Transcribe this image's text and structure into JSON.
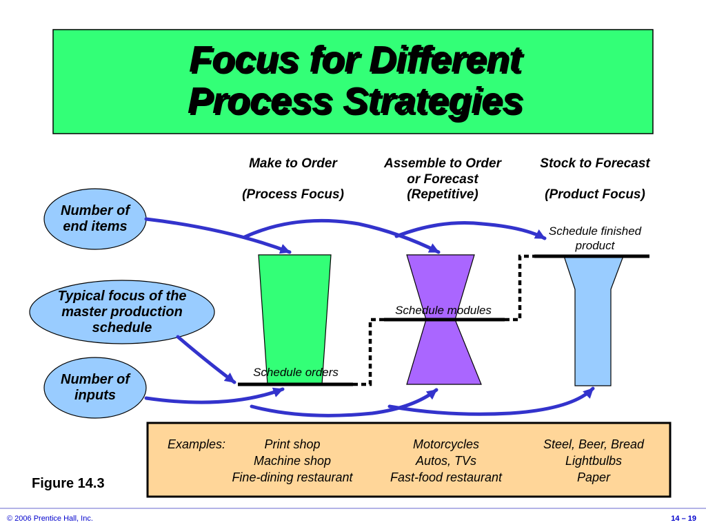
{
  "title": {
    "line1": "Focus for Different",
    "line2": "Process Strategies"
  },
  "columns": {
    "make": {
      "line1": "Make to Order",
      "line2": "(Process Focus)"
    },
    "assemble": {
      "line1": "Assemble to Order",
      "line2": "or Forecast",
      "line3": "(Repetitive)"
    },
    "stock": {
      "line1": "Stock to Forecast",
      "line2": "(Product Focus)"
    }
  },
  "ovals": {
    "end_items": {
      "line1": "Number of",
      "line2": "end items"
    },
    "focus": {
      "line1": "Typical focus of the",
      "line2": "master production",
      "line3": "schedule"
    },
    "inputs": {
      "line1": "Number of",
      "line2": "inputs"
    }
  },
  "schedule_labels": {
    "orders": "Schedule orders",
    "modules": "Schedule modules",
    "finished_line1": "Schedule finished",
    "finished_line2": "product"
  },
  "examples": {
    "label": "Examples:",
    "make": [
      "Print shop",
      "Machine shop",
      "Fine-dining restaurant"
    ],
    "assemble": [
      "Motorcycles",
      "Autos, TVs",
      "Fast-food restaurant"
    ],
    "stock": [
      "Steel, Beer, Bread",
      "Lightbulbs",
      "Paper"
    ]
  },
  "figure_label": "Figure 14.3",
  "footer": {
    "copyright": "© 2006 Prentice Hall, Inc.",
    "page": "14 – 19"
  },
  "colors": {
    "title_bg": "#33ff77",
    "oval_fill": "#99ccff",
    "process_funnel": "#33ff77",
    "repetitive_shape": "#aa66ff",
    "product_shape": "#99ccff",
    "arrow": "#3333cc",
    "examples_bg": "#ffd699",
    "footer_text": "#0000cc"
  }
}
